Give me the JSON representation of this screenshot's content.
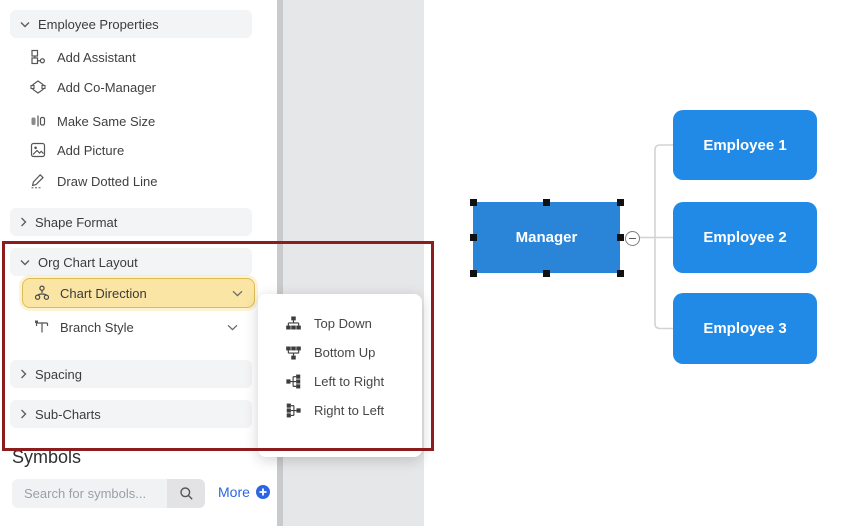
{
  "sidebar": {
    "sections": {
      "employee_properties": {
        "label": "Employee Properties",
        "expanded": true
      },
      "shape_format": {
        "label": "Shape Format",
        "expanded": false
      },
      "org_chart_layout": {
        "label": "Org Chart Layout",
        "expanded": true
      },
      "spacing": {
        "label": "Spacing",
        "expanded": false
      },
      "sub_charts": {
        "label": "Sub-Charts",
        "expanded": false
      }
    },
    "employee_tools": [
      {
        "label": "Add Assistant",
        "icon": "add-assistant-icon"
      },
      {
        "label": "Add Co-Manager",
        "icon": "add-co-manager-icon"
      },
      {
        "label": "Make Same Size",
        "icon": "make-same-size-icon"
      },
      {
        "label": "Add Picture",
        "icon": "add-picture-icon"
      },
      {
        "label": "Draw Dotted Line",
        "icon": "draw-dotted-line-icon"
      }
    ],
    "org_chart_tools": [
      {
        "label": "Chart Direction",
        "icon": "chart-direction-icon",
        "selected": true
      },
      {
        "label": "Branch Style",
        "icon": "branch-style-icon",
        "selected": false
      }
    ]
  },
  "dropdown": {
    "items": [
      {
        "label": "Top Down",
        "icon": "top-down-icon"
      },
      {
        "label": "Bottom Up",
        "icon": "bottom-up-icon"
      },
      {
        "label": "Left to Right",
        "icon": "left-to-right-icon"
      },
      {
        "label": "Right to Left",
        "icon": "right-to-left-icon"
      }
    ]
  },
  "symbols_panel": {
    "title": "Symbols",
    "search_placeholder": "Search for symbols...",
    "search_value": "",
    "more_label": "More"
  },
  "canvas": {
    "nodes": [
      {
        "label": "Manager",
        "selected": true
      },
      {
        "label": "Employee 1",
        "selected": false
      },
      {
        "label": "Employee 2",
        "selected": false
      },
      {
        "label": "Employee 3",
        "selected": false
      }
    ]
  },
  "colors": {
    "employee_blue": "#2189e6",
    "manager_blue": "#2a85d8",
    "highlight_bg": "#fbe5a4",
    "highlight_border": "#dcbc57",
    "annotation_red": "#8d1c1c",
    "link_blue": "#2b66e3",
    "connector_gray": "#d3d3d3"
  }
}
